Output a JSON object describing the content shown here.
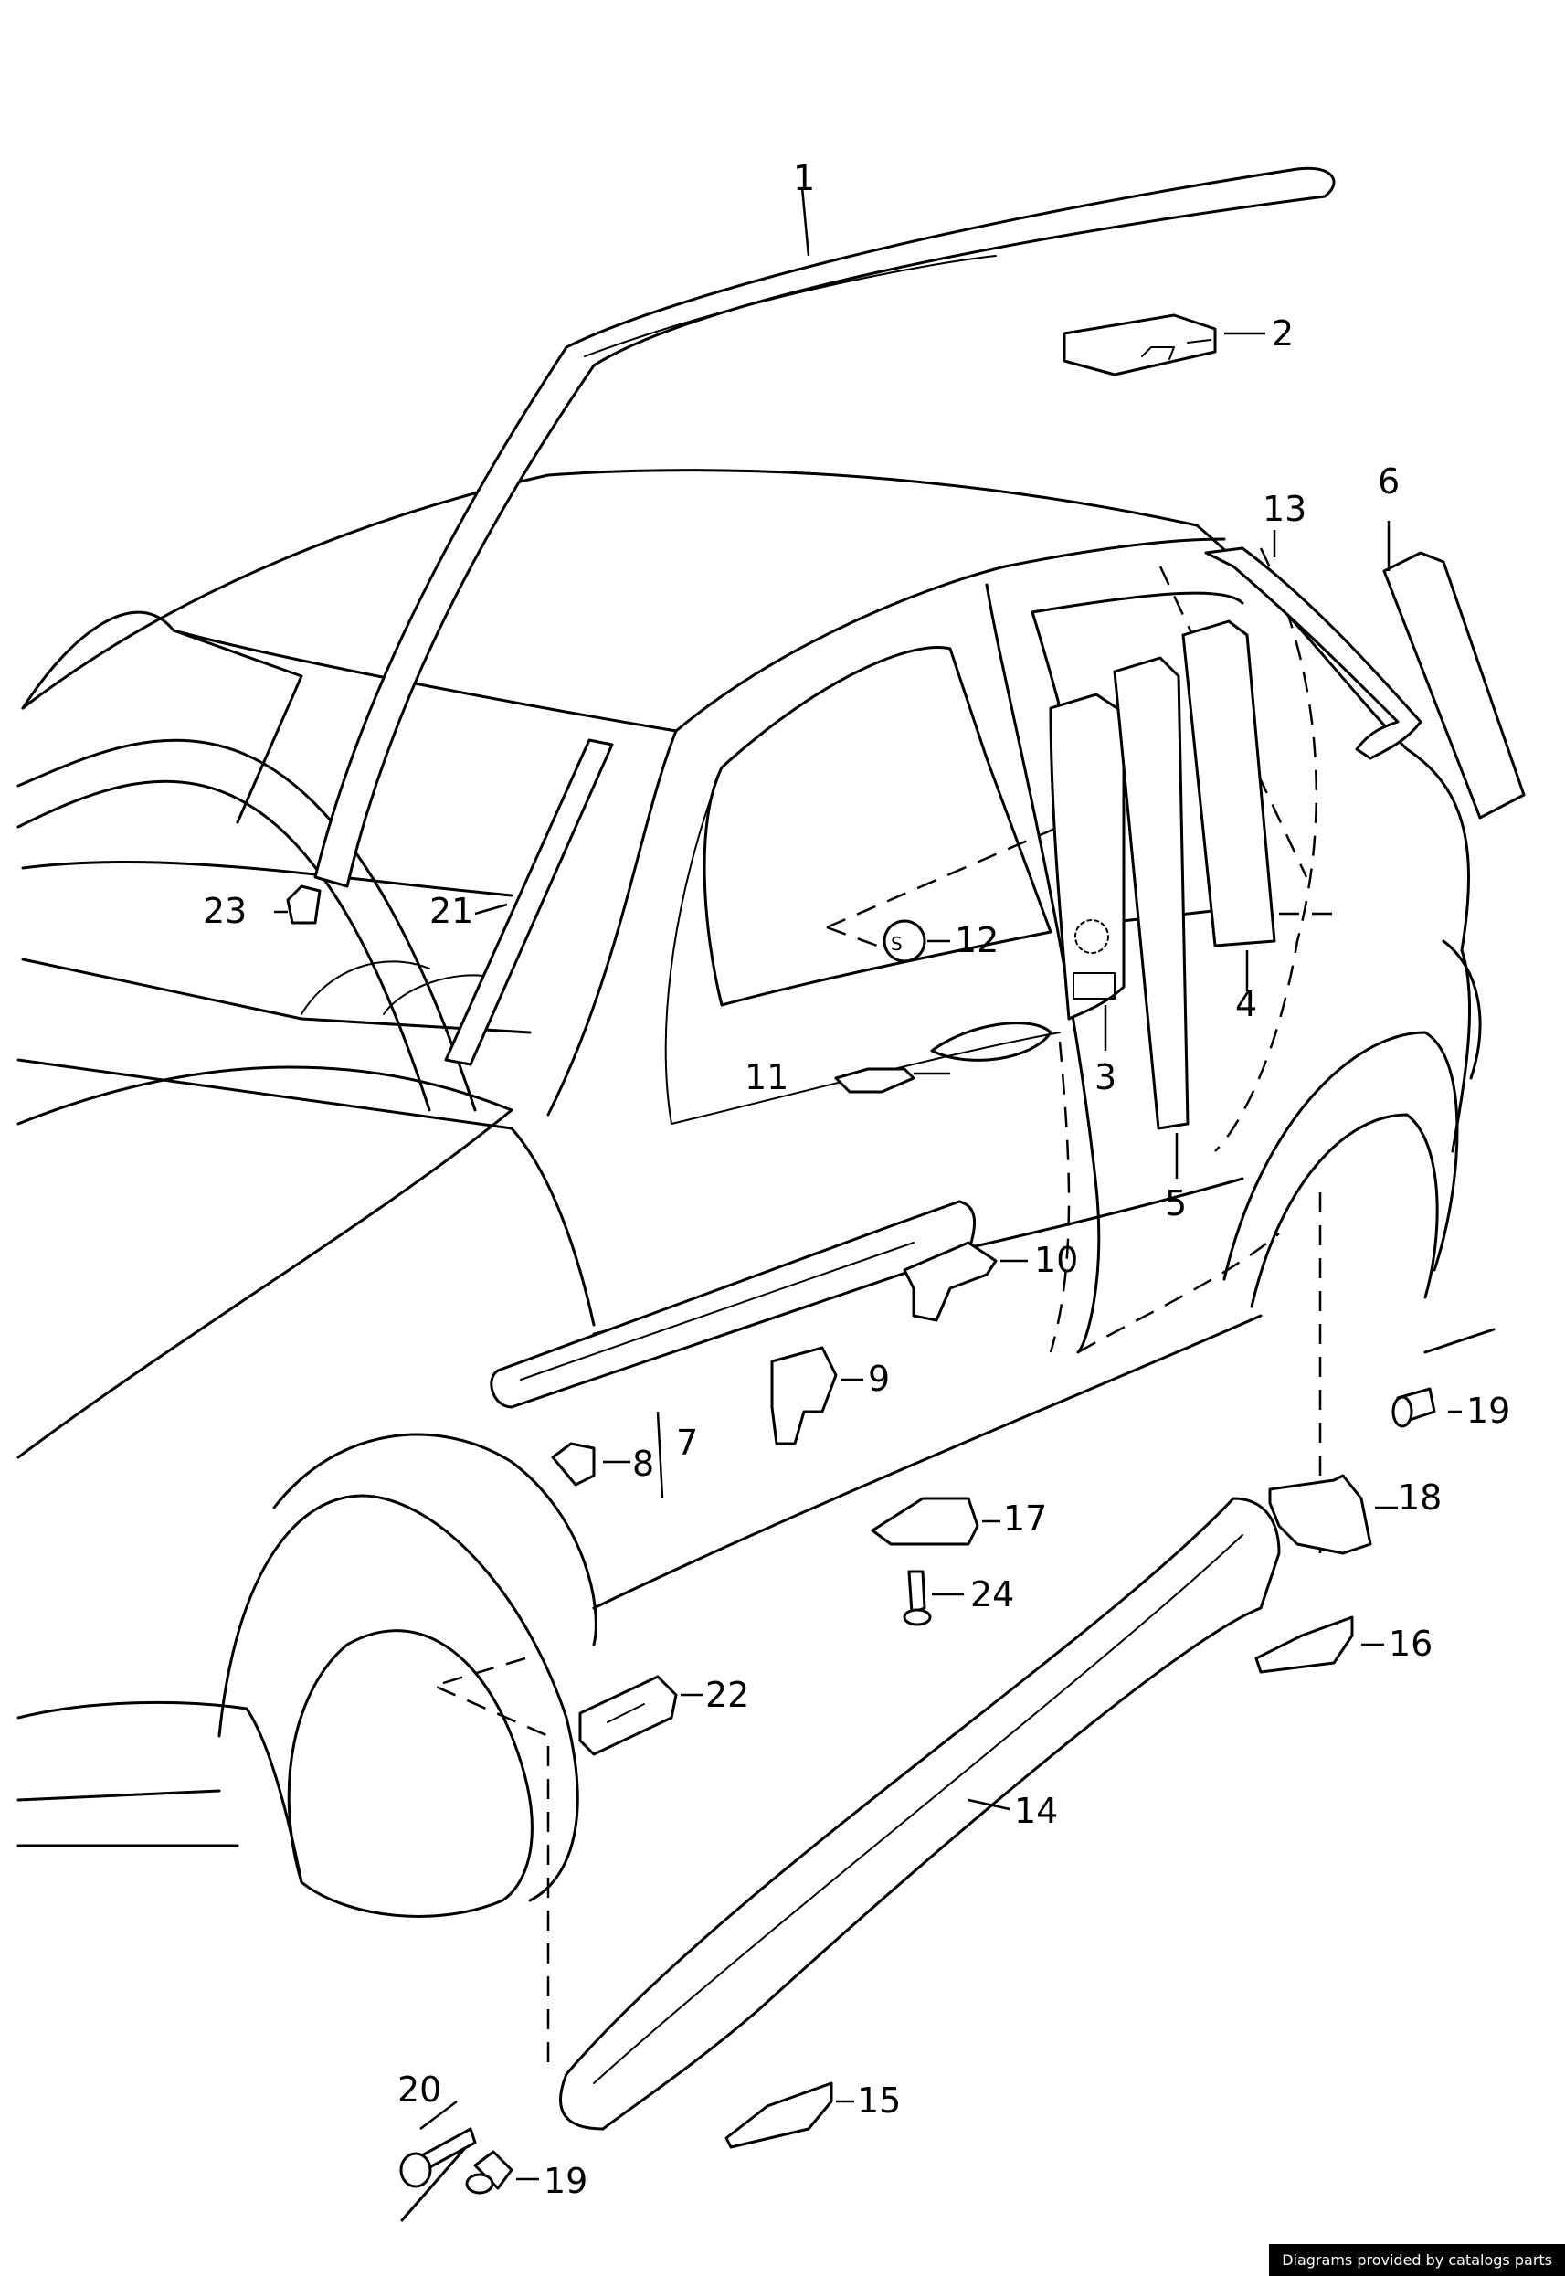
{
  "callouts": {
    "c1": "1",
    "c2": "2",
    "c3": "3",
    "c4": "4",
    "c5": "5",
    "c6": "6",
    "c7": "7",
    "c8": "8",
    "c9": "9",
    "c10": "10",
    "c11": "11",
    "c12": "12",
    "c13": "13",
    "c14": "14",
    "c15": "15",
    "c16": "16",
    "c17": "17",
    "c18": "18",
    "c19a": "19",
    "c19b": "19",
    "c20": "20",
    "c21": "21",
    "c22": "22",
    "c23": "23",
    "c24": "24"
  },
  "footer": {
    "credit": "Diagrams provided by catalogs parts"
  }
}
